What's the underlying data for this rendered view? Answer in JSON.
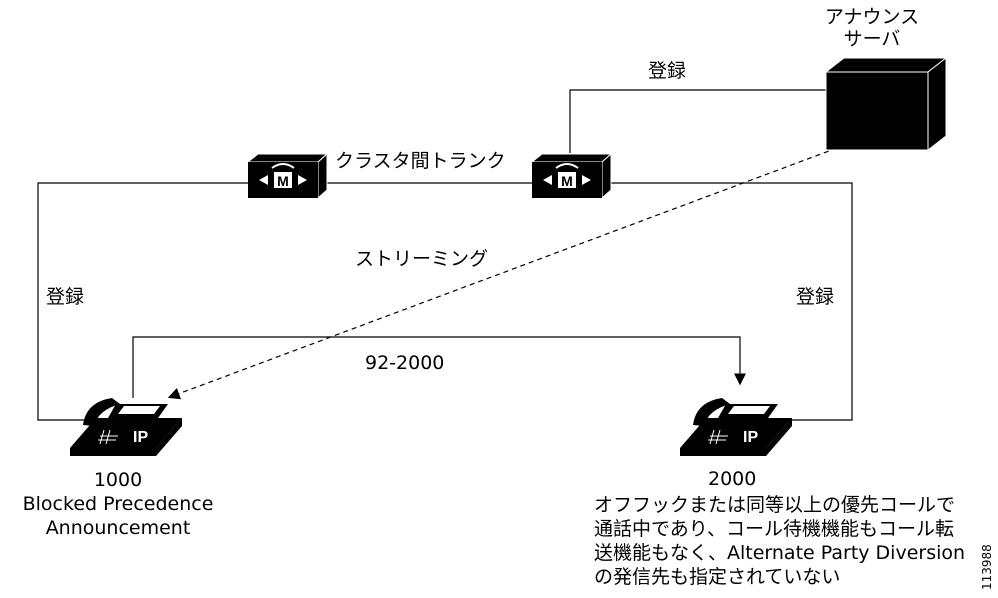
{
  "diagram": {
    "announce_server_label": [
      "アナウンス",
      "サーバ"
    ],
    "reg_top": "登録",
    "trunk_label": "クラスタ間トランク",
    "streaming_label": "ストリーミング",
    "reg_left": "登録",
    "reg_right": "登録",
    "call_label": "92-2000",
    "cucm_icon_letter": "M",
    "phone_icon_text": "IP",
    "phone_left": {
      "number": "1000",
      "desc1": "Blocked Precedence",
      "desc2": "Announcement"
    },
    "phone_right": {
      "number": "2000",
      "desc_lines": [
        "オフフックまたは同等以上の優先コールで",
        "通話中であり、コール待機機能もコール転",
        "送機能もなく、Alternate Party Diversion",
        "の発信先も指定されていない"
      ]
    },
    "figure_id": "113988"
  }
}
